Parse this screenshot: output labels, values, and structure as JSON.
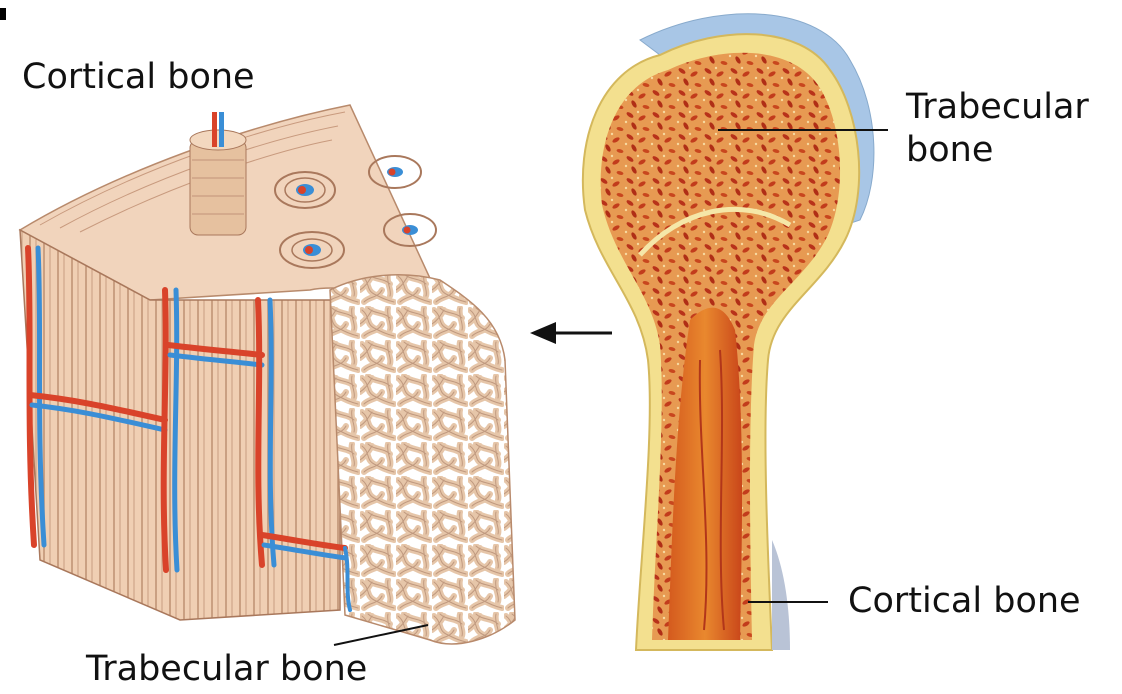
{
  "labels": {
    "cortical_top": "Cortical bone",
    "trabecular_right_line1": "Trabecular",
    "trabecular_right_line2": "bone",
    "cortical_right": "Cortical bone",
    "trabecular_bottom": "Trabecular bone"
  },
  "colors": {
    "bone_tan": "#e9c4a4",
    "bone_line": "#b88a6c",
    "artery": "#d9432a",
    "vein": "#3a8ed6",
    "marrow_red": "#c2421a",
    "marrow_orange": "#e8893a",
    "compact_yellow": "#f3e08f",
    "periosteum_blue": "#a8c6e6",
    "spongy": "#f0d9c4"
  }
}
